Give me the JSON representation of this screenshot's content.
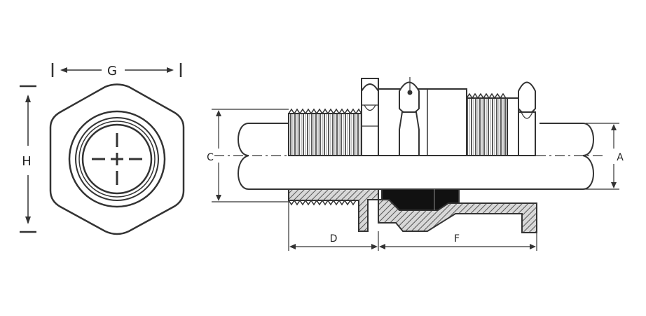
{
  "labels": {
    "g": "G",
    "h": "H",
    "c": "C",
    "a": "A",
    "d": "D",
    "f": "F"
  },
  "colors": {
    "stroke": "#333333",
    "hatch": "#666666",
    "seal": "#111111",
    "background": "#ffffff"
  }
}
